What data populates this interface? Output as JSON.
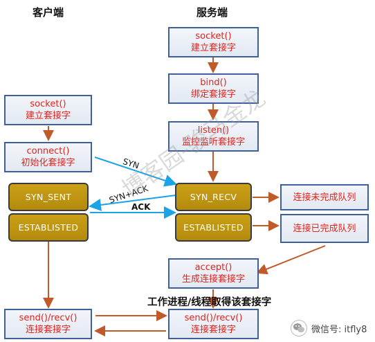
{
  "headings": {
    "client": "客户端",
    "server": "服务端"
  },
  "server": {
    "socket": {
      "func": "socket()",
      "desc": "建立套接字"
    },
    "bind": {
      "func": "bind()",
      "desc": "绑定套接字"
    },
    "listen": {
      "func": "listen()",
      "desc": "监控监听套接字"
    },
    "accept": {
      "func": "accept()",
      "desc": "生成连接套接字"
    },
    "sendrecv": {
      "func": "send()/recv()",
      "desc": "连接套接字"
    }
  },
  "client": {
    "socket": {
      "func": "socket()",
      "desc": "建立套接字"
    },
    "connect": {
      "func": "connect()",
      "desc": "初始化套接字"
    },
    "sendrecv": {
      "func": "send()/recv()",
      "desc": "连接套接字"
    }
  },
  "states": {
    "syn_sent": "SYN_SENT",
    "established_client": "ESTABLISTED",
    "syn_recv": "SYN_RECV",
    "established_server": "ESTABLISTED"
  },
  "queues": {
    "incomplete": "连接未完成队列",
    "complete": "连接已完成队列"
  },
  "handshake": {
    "syn": "SYN",
    "synack": "SYN+ACK",
    "ack": "ACK"
  },
  "caption": "工作进程/线程取得该套接字",
  "watermark": "博客园-骏马金龙",
  "wechat": {
    "label": "微信号: itfly8"
  },
  "colors": {
    "box_border": "#3e5f9a",
    "box_text": "#e3221c",
    "state_fill": "#c49a14",
    "flow_arrow": "#c05a28",
    "handshake_arrow": "#1aa3e6"
  }
}
